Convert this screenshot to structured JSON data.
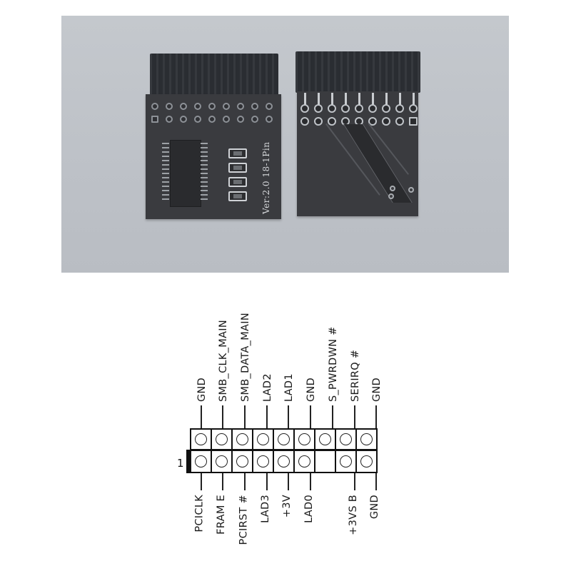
{
  "photo": {
    "description": "Product photo of TPM module PCB, front and back",
    "left_board": {
      "silkscreen_text": "Ver:2.0  18-1Pin",
      "components": [
        "18-pin header",
        "SOIC chip",
        "SMD resistors x2",
        "SMD capacitor",
        "LED"
      ]
    },
    "right_board": {
      "components": [
        "18-pin header (through-hole)",
        "PCB traces",
        "vias"
      ]
    },
    "colors": {
      "background": "#c0c4c9",
      "pcb": "#3a3b3f",
      "header": "#2e3136",
      "silkscreen": "#d8dadd"
    }
  },
  "pinout": {
    "pin1_marker": "1",
    "top_row": [
      {
        "label": "GND",
        "present": true
      },
      {
        "label": "SMB_CLK_MAIN",
        "present": true
      },
      {
        "label": "SMB_DATA_MAIN",
        "present": true
      },
      {
        "label": "LAD2",
        "present": true
      },
      {
        "label": "LAD1",
        "present": true
      },
      {
        "label": "GND",
        "present": true
      },
      {
        "label": "S_PWRDWN #",
        "present": true
      },
      {
        "label": "SERIRQ #",
        "present": true
      },
      {
        "label": "GND",
        "present": true
      }
    ],
    "bottom_row": [
      {
        "label": "PCICLK",
        "present": true
      },
      {
        "label": "FRAM E",
        "present": true
      },
      {
        "label": "PCIRST #",
        "present": true
      },
      {
        "label": "LAD3",
        "present": true
      },
      {
        "label": "+3V",
        "present": true
      },
      {
        "label": "LAD0",
        "present": true
      },
      {
        "label": "",
        "present": false
      },
      {
        "label": "+3VS B",
        "present": true
      },
      {
        "label": "GND",
        "present": true
      }
    ]
  }
}
